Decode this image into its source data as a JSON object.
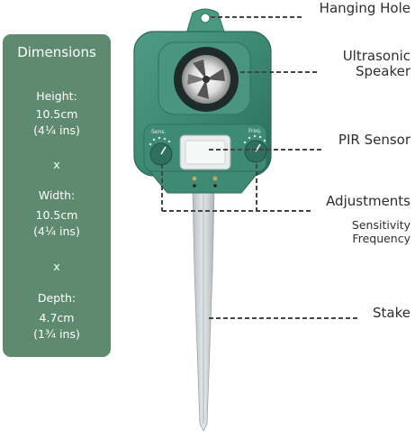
{
  "dimensions": {
    "title": "Dimensions",
    "height_label": "Height:",
    "height_cm": "10.5cm",
    "height_in": "(4¼ ins)",
    "sep1": "x",
    "width_label": "Width:",
    "width_cm": "10.5cm",
    "width_in": "(4¼ ins)",
    "sep2": "x",
    "depth_label": "Depth:",
    "depth_cm": "4.7cm",
    "depth_in": "(1¾ ins)"
  },
  "labels": {
    "hanging_hole": "Hanging Hole",
    "speaker_line1": "Ultrasonic",
    "speaker_line2": "Speaker",
    "pir_sensor": "PIR Sensor",
    "adjustments": "Adjustments",
    "sensitivity": "Sensitivity",
    "frequency": "Frequency",
    "stake": "Stake"
  },
  "device_text": {
    "sens": "Sens.",
    "freq": "Freq."
  },
  "colors": {
    "panel": "#5e8b70",
    "device_body": "#3f8a73",
    "stake": "#c9cfd1"
  }
}
